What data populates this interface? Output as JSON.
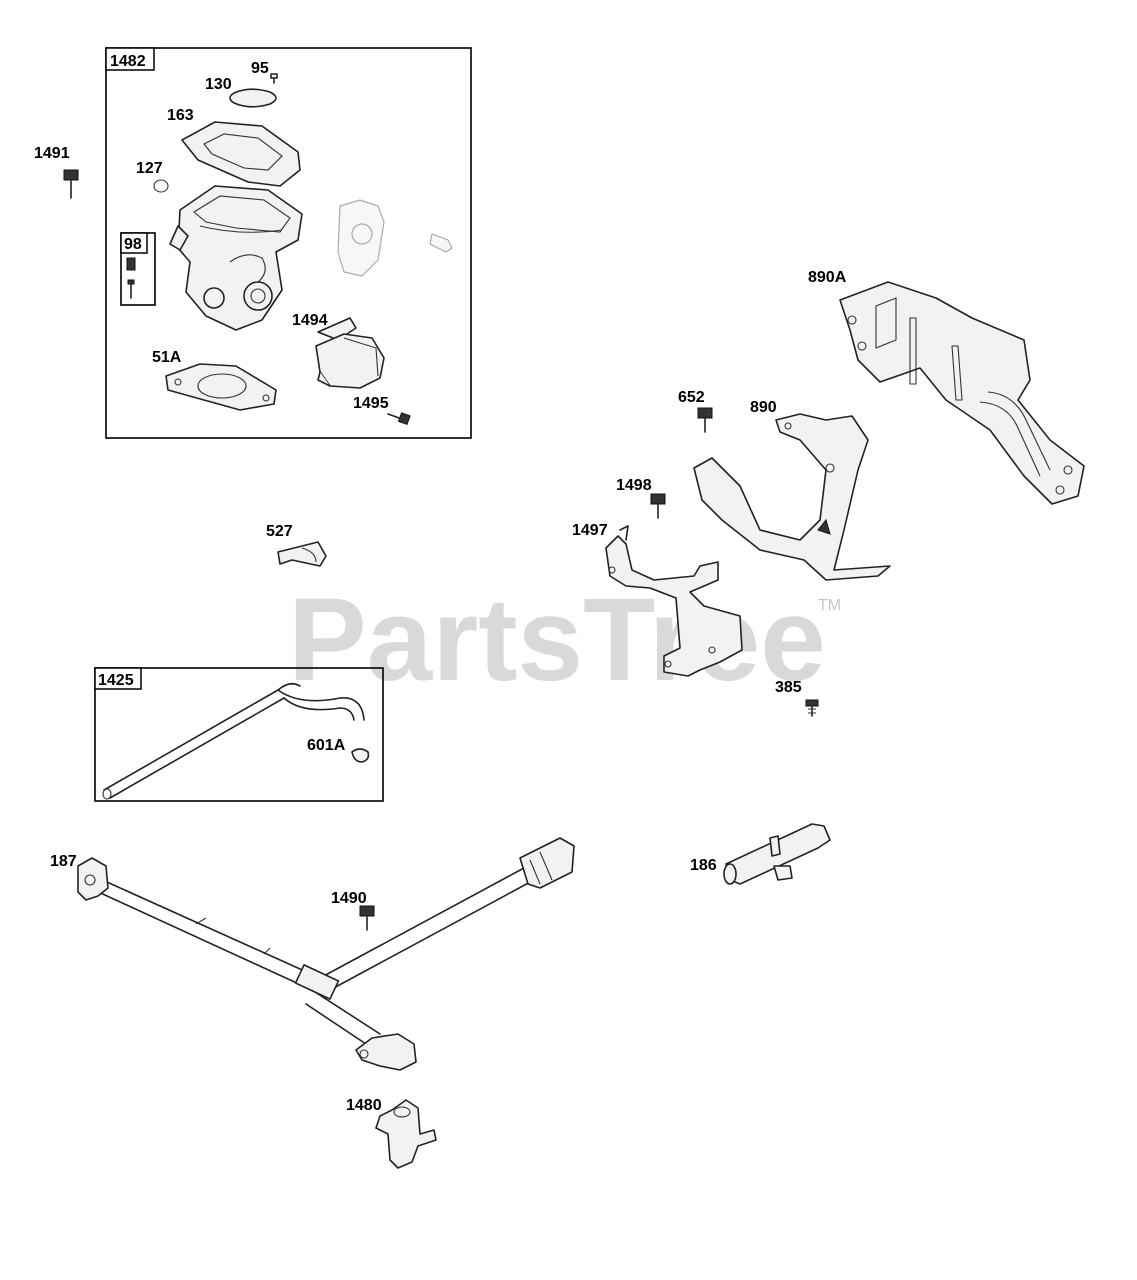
{
  "watermark": {
    "text": "PartsTree",
    "trademark": "TM"
  },
  "boxes": {
    "assembly_1482": "1482",
    "kit_98": "98",
    "assembly_1425": "1425"
  },
  "labels": {
    "p95": "95",
    "p130": "130",
    "p163": "163",
    "p127": "127",
    "p1491": "1491",
    "p1494": "1494",
    "p51a": "51A",
    "p1495": "1495",
    "p890a": "890A",
    "p652": "652",
    "p890": "890",
    "p1498": "1498",
    "p1497": "1497",
    "p527": "527",
    "p385": "385",
    "p601a": "601A",
    "p187": "187",
    "p1490": "1490",
    "p186": "186",
    "p1480": "1480"
  }
}
